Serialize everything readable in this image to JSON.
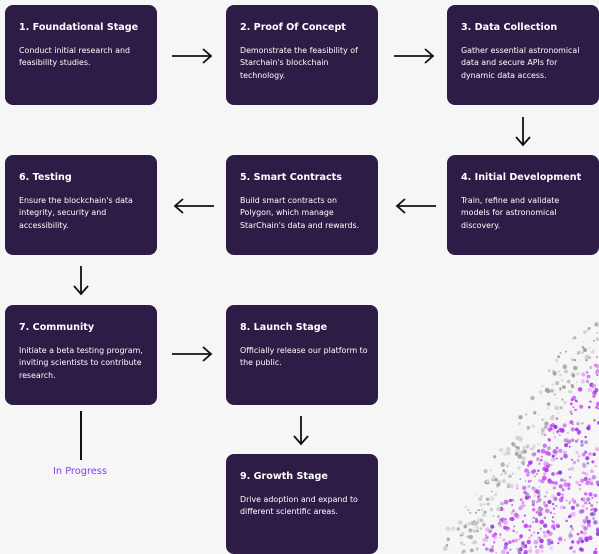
{
  "stages": [
    {
      "title": "1. Foundational Stage",
      "description": "Conduct initial research and feasibility studies."
    },
    {
      "title": "2. Proof Of Concept",
      "description": "Demonstrate the feasibility of Starchain's blockchain technology."
    },
    {
      "title": "3. Data Collection",
      "description": "Gather essential astronomical data and secure APIs for dynamic data access."
    },
    {
      "title": "4. Initial Development",
      "description": "Train, refine and validate models for astronomical discovery."
    },
    {
      "title": "5. Smart Contracts",
      "description": "Build smart contracts on Polygon, which manage StarChain's data and rewards."
    },
    {
      "title": "6. Testing",
      "description": "Ensure the blockchain's data integrity, security and accessibility."
    },
    {
      "title": "7. Community",
      "description": "Initiate a beta testing program, inviting scientists to contribute research."
    },
    {
      "title": "8. Launch Stage",
      "description": "Officially release our platform to the public."
    },
    {
      "title": "9. Growth Stage",
      "description": "Drive adoption and expand to different scientific areas."
    }
  ],
  "progress_label": "In Progress",
  "colors": {
    "card_bg": "#2d1c45",
    "card_text": "#ffffff",
    "accent": "#8b3cf0",
    "background": "#f6f6f6"
  }
}
